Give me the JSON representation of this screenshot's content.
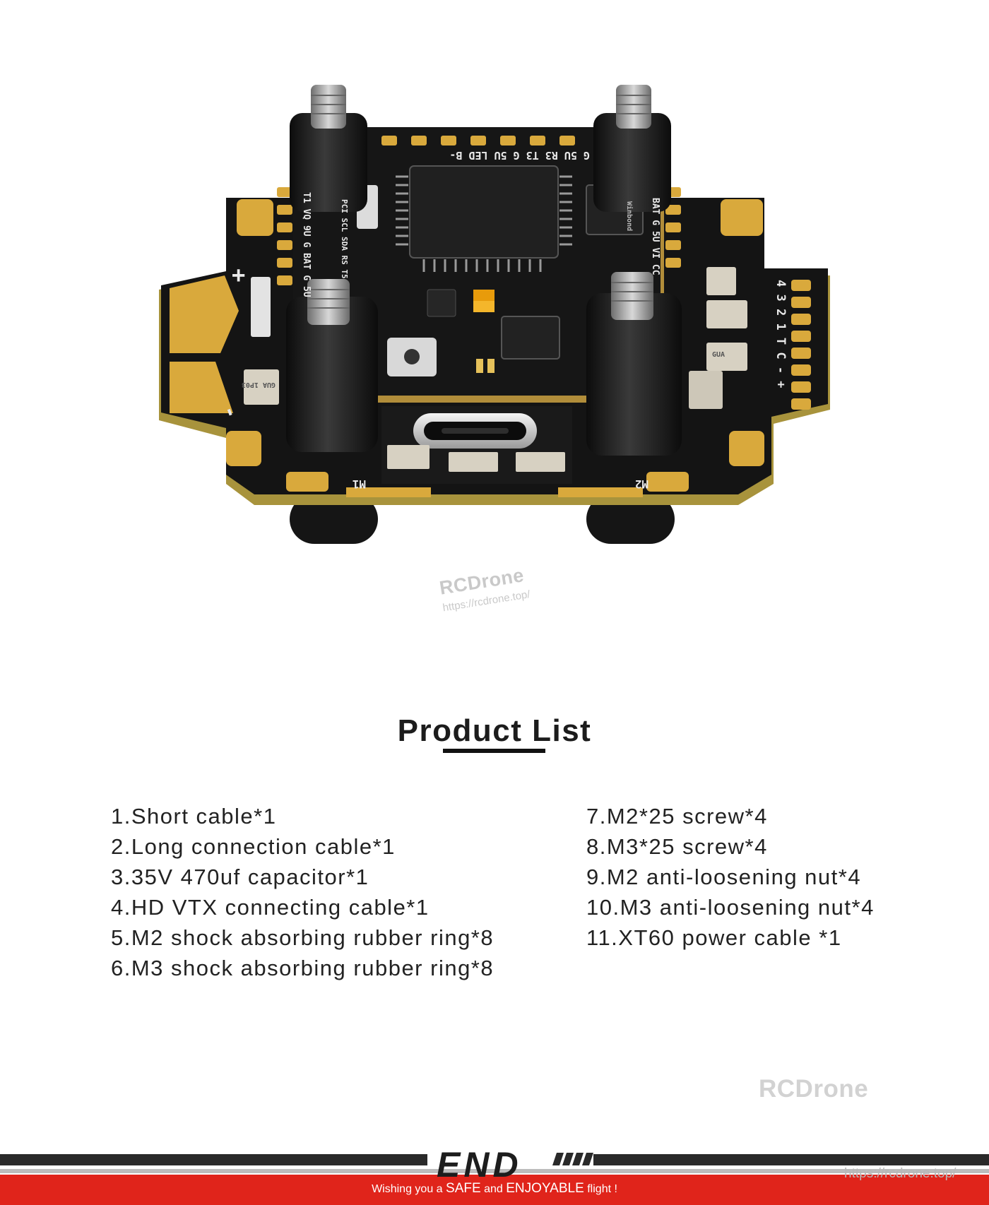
{
  "colors": {
    "accent_red": "#e0241b",
    "pcb_black": "#141414",
    "gold": "#d9a93c"
  },
  "product_image": {
    "silk_text": {
      "top_row": "G 5U R3 T3 G 5U LED B-",
      "left_row1": "T1 VQ 9U G BAT G 5U",
      "left_row2": "PCI SCL SDA RS T5",
      "right_row": "BAT G 5U VI CC",
      "right_pins": "4 3 2 1 T C - +",
      "m1": "M1",
      "m2": "M2",
      "plus": "+",
      "minus": "-",
      "cap1": "GUA 1P03",
      "cap2": "GUA",
      "chip_brand": "Winbond"
    }
  },
  "watermark": {
    "brand": "RCDrone",
    "url": "https://rcdrone.top/"
  },
  "section": {
    "title": "Product List",
    "left_items": [
      "1.Short cable*1",
      "2.Long connection cable*1",
      "3.35V 470uf capacitor*1",
      "4.HD VTX connecting cable*1",
      "5.M2 shock absorbing rubber ring*8",
      "6.M3 shock absorbing rubber ring*8"
    ],
    "right_items": [
      "7.M2*25 screw*4",
      "8.M3*25 screw*4",
      "9.M2 anti-loosening nut*4",
      "10.M3 anti-loosening nut*4",
      "11.XT60 power cable *1"
    ]
  },
  "watermark2": "RCDrone",
  "footer": {
    "end_text": "END",
    "url": "https://rcdrone.top/",
    "msg_prefix": "Wishing you a",
    "msg_safe": "SAFE",
    "msg_and": "and",
    "msg_enjoyable": "ENJOYABLE",
    "msg_suffix": "flight !"
  }
}
